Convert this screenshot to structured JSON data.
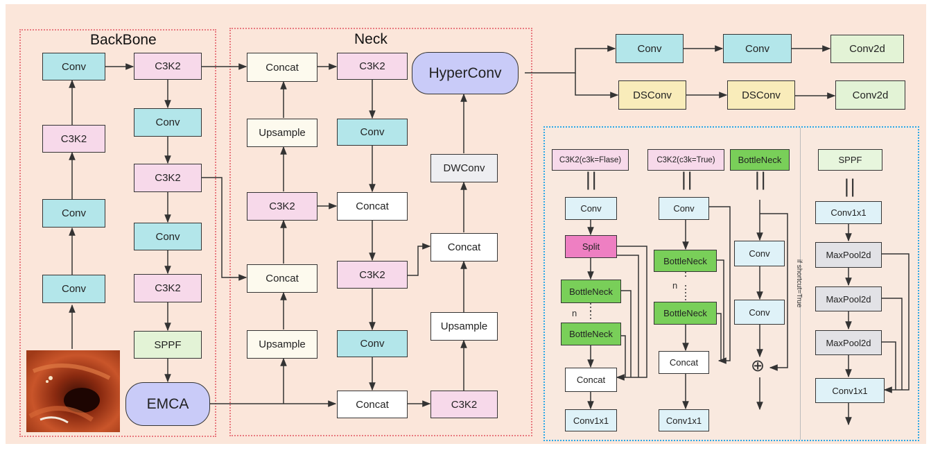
{
  "sections": {
    "backbone": "BackBone",
    "neck": "Neck"
  },
  "backbone": {
    "left_col": [
      "Conv",
      "C3K2",
      "Conv",
      "Conv"
    ],
    "right_col": [
      "C3K2",
      "Conv",
      "C3K2",
      "Conv",
      "C3K2",
      "SPPF",
      "EMCA"
    ]
  },
  "neck": {
    "col1": [
      "Concat",
      "Upsample",
      "C3K2",
      "Concat",
      "Upsample"
    ],
    "col2": [
      "C3K2",
      "Conv",
      "Concat",
      "C3K2",
      "Conv",
      "Concat"
    ],
    "col3": [
      "HyperConv",
      "DWConv",
      "Concat",
      "Upsample",
      "C3K2"
    ]
  },
  "head": {
    "row1": [
      "Conv",
      "Conv",
      "Conv2d"
    ],
    "row2": [
      "DSConv",
      "DSConv",
      "Conv2d"
    ]
  },
  "detail": {
    "c3k2_false": {
      "title": "C3K2(c3k=Flase)",
      "eq": "||",
      "items": [
        "Conv",
        "Split",
        "BottleNeck",
        "BottleNeck",
        "Concat",
        "Conv1x1"
      ],
      "n": "n"
    },
    "c3k2_true": {
      "title": "C3K2(c3k=True)",
      "eq": "||",
      "items": [
        "Conv",
        "BottleNeck",
        "BottleNeck",
        "Concat",
        "Conv1x1"
      ],
      "n": "n"
    },
    "bottleneck": {
      "title": "BottleNeck",
      "eq": "||",
      "items": [
        "Conv",
        "Conv"
      ],
      "plus": "⊕",
      "note": "if shortcut=True"
    },
    "sppf": {
      "title": "SPPF",
      "eq": "||",
      "items": [
        "Conv1x1",
        "MaxPool2d",
        "MaxPool2d",
        "MaxPool2d",
        "Conv1x1"
      ]
    }
  }
}
